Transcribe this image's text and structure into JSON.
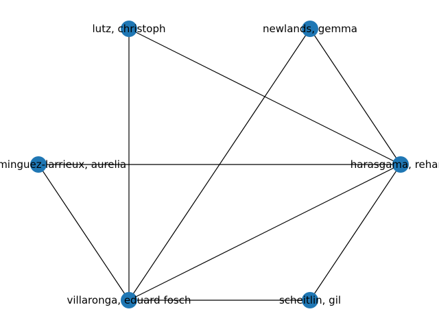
{
  "graph": {
    "node_color": "#1f77b4",
    "edge_color": "#000000",
    "nodes": [
      {
        "id": "lutz",
        "label": "lutz, christoph"
      },
      {
        "id": "newlands",
        "label": "newlands, gemma"
      },
      {
        "id": "harasgama",
        "label": "harasgama, rehana"
      },
      {
        "id": "aurelia",
        "label": "jobert-dominguez-larrieux, aurelia"
      },
      {
        "id": "villaronga",
        "label": "villaronga, eduard fosch"
      },
      {
        "id": "scheitlin",
        "label": "scheitlin, gil"
      }
    ],
    "edges": [
      [
        "lutz",
        "villaronga"
      ],
      [
        "lutz",
        "harasgama"
      ],
      [
        "newlands",
        "villaronga"
      ],
      [
        "newlands",
        "harasgama"
      ],
      [
        "aurelia",
        "harasgama"
      ],
      [
        "aurelia",
        "villaronga"
      ],
      [
        "villaronga",
        "harasgama"
      ],
      [
        "villaronga",
        "scheitlin"
      ],
      [
        "scheitlin",
        "harasgama"
      ]
    ]
  }
}
